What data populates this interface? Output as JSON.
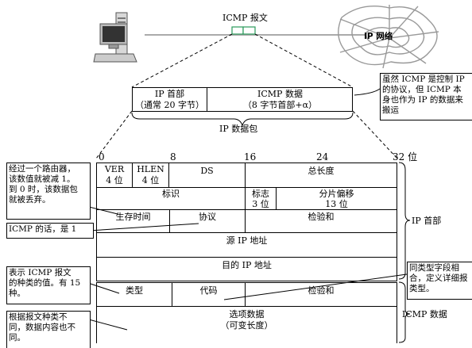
{
  "top": {
    "title": "ICMP 报文",
    "network_label": "IP 网络"
  },
  "packet": {
    "ip_header_label": "IP 首部",
    "ip_header_note": "（通常 20 字节）",
    "icmp_data_label": "ICMP 数据",
    "icmp_data_note": "（8 字节首部+α）",
    "caption": "IP 数据包"
  },
  "callouts": {
    "top_right": [
      "虽然 ICMP 是控制 IP",
      "的协议，但 ICMP 本",
      "身也作为 IP 的数据来",
      "搬运"
    ],
    "ttl": [
      "经过一个路由器，",
      "该数值就被减 1。",
      "到 0 时，该数据包",
      "就被丢弃。"
    ],
    "protocol": [
      "ICMP 的话，是 1"
    ],
    "type": [
      "表示 ICMP 报文",
      "的种类的值。有 15",
      "种。"
    ],
    "code": [
      "同类型字段相",
      "合，定义详细报",
      "类型。"
    ],
    "data": [
      "根据报文种类不",
      "同，数据内容也不",
      "同。"
    ]
  },
  "ruler": {
    "ticks": [
      "0",
      "8",
      "16",
      "24",
      "32 位"
    ]
  },
  "fields": {
    "ver": [
      "VER",
      "4 位"
    ],
    "hlen": [
      "HLEN",
      "4 位"
    ],
    "ds": "DS",
    "total_length": "总长度",
    "identification": "标识",
    "flags": [
      "标志",
      "3 位"
    ],
    "fragment_offset": [
      "分片偏移",
      "13 位"
    ],
    "ttl": "生存时间",
    "protocol": "协议",
    "header_checksum": "检验和",
    "src_ip": "源 IP 地址",
    "dst_ip": "目的 IP 地址",
    "type": "类型",
    "code": "代码",
    "icmp_checksum": "检验和",
    "options": [
      "选项数据",
      "（可变长度）"
    ]
  },
  "brackets": {
    "ip_header": "IP 首部",
    "icmp_data": "ICMP 数据"
  }
}
